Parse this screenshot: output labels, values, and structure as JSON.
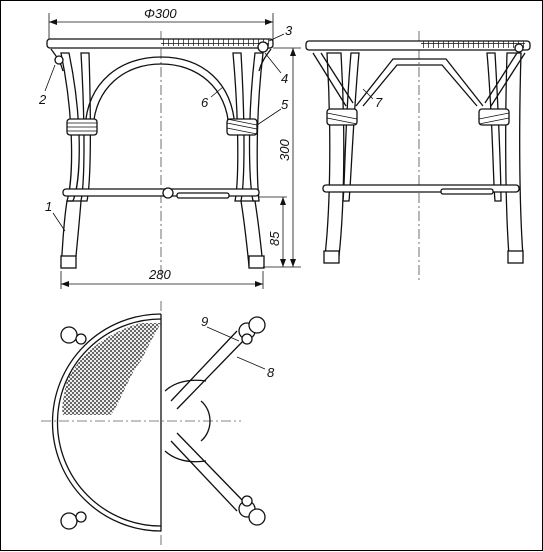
{
  "dimensions": {
    "diameter": "Φ300",
    "height": "300",
    "leg_height": "85",
    "width": "280"
  },
  "callouts": {
    "c1": "1",
    "c2": "2",
    "c3": "3",
    "c4": "4",
    "c5": "5",
    "c6": "6",
    "c7": "7",
    "c8": "8",
    "c9": "9"
  }
}
